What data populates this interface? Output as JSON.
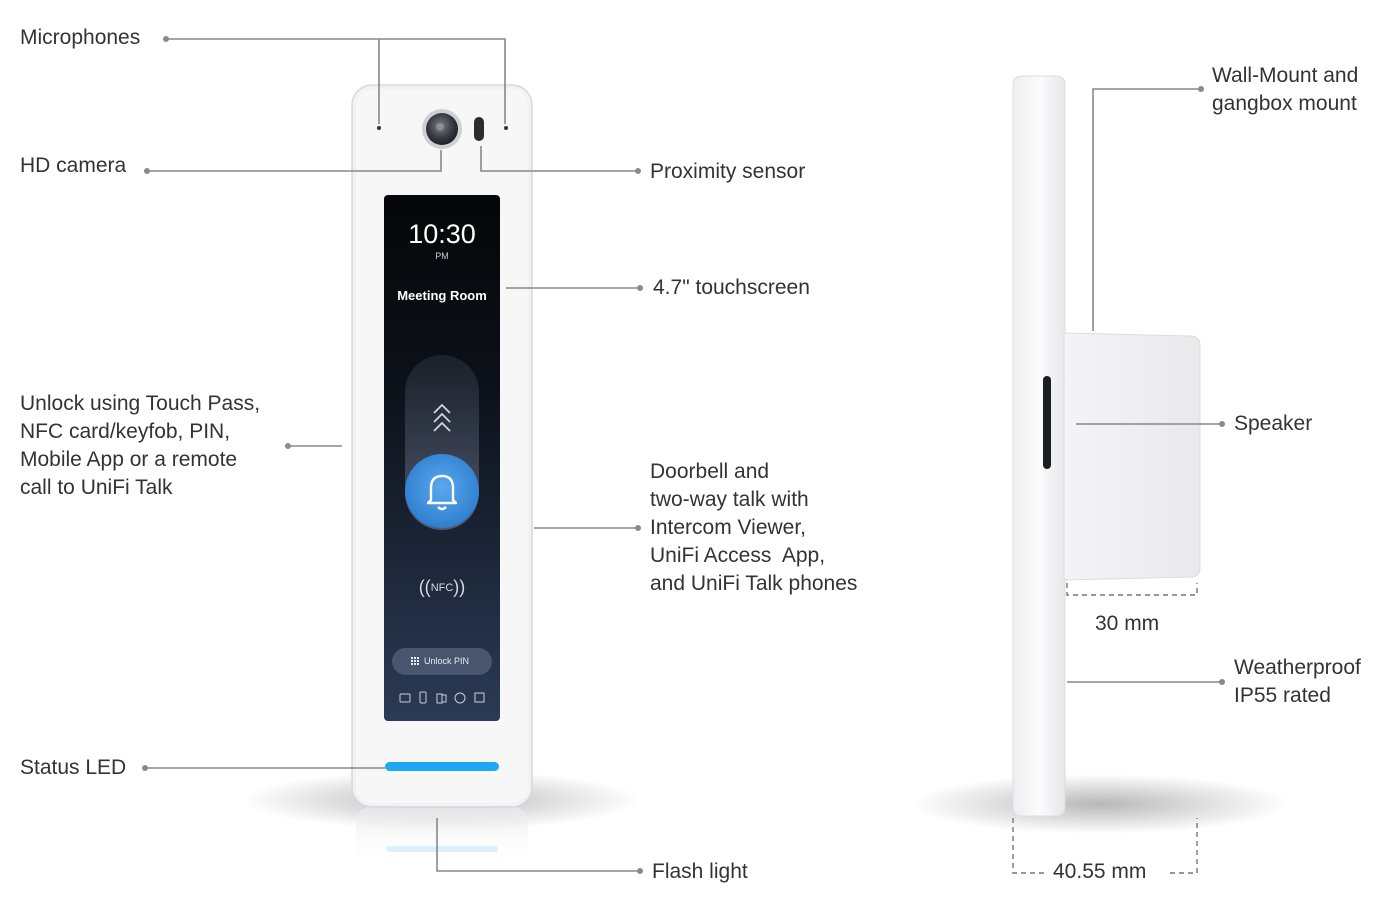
{
  "callouts": {
    "microphones": "Microphones",
    "hd_camera": "HD camera",
    "proximity_sensor": "Proximity sensor",
    "touchscreen": "4.7\" touchscreen",
    "unlock": [
      "Unlock using Touch Pass,",
      "NFC card/keyfob, PIN,",
      "Mobile App or a remote",
      "call to UniFi Talk"
    ],
    "doorbell": [
      "Doorbell and",
      "two-way talk with",
      "Intercom Viewer,",
      "UniFi Access  App,",
      "and UniFi Talk phones"
    ],
    "status_led": "Status LED",
    "flash_light": "Flash light",
    "wall_mount": [
      "Wall-Mount and",
      "gangbox mount"
    ],
    "speaker": "Speaker",
    "weatherproof": [
      "Weatherproof",
      "IP55 rated"
    ],
    "depth_dimension": "30 mm",
    "width_dimension": "40.55 mm"
  },
  "screen": {
    "time": "10:30",
    "ampm": "PM",
    "room": "Meeting Room",
    "nfc": "NFC",
    "unlock_pin": "Unlock PIN"
  },
  "colors": {
    "led": "#1EA7F5",
    "bell_button": "#3A8DDB",
    "screen_top": "#050608",
    "screen_bottom": "#2B3A55",
    "leader": "#888888"
  },
  "icons": [
    "chevrons-up-icon",
    "bell-icon",
    "nfc-icon",
    "keypad-icon",
    "card-icon",
    "phone-icon",
    "keyfob-icon",
    "touch-pass-icon",
    "qr-icon"
  ]
}
